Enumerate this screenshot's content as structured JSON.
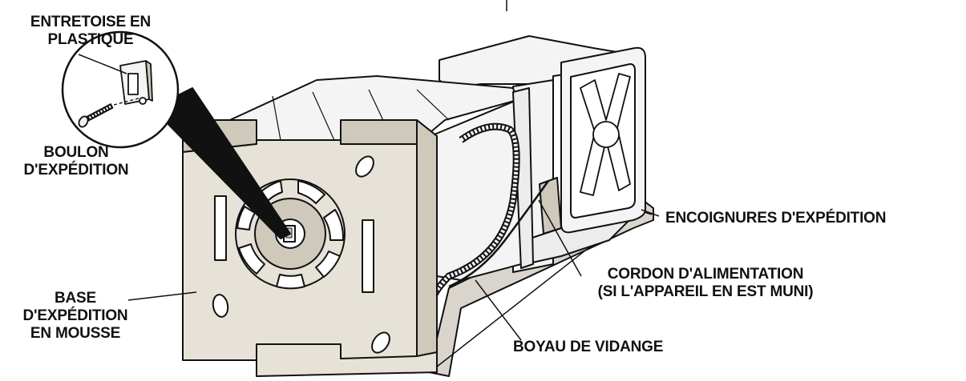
{
  "labels": {
    "spacer": {
      "line1": "ENTRETOISE EN",
      "line2": "PLASTIQUE"
    },
    "bolt": {
      "line1": "BOULON",
      "line2": "D'EXPÉDITION"
    },
    "base": {
      "line1": "BASE",
      "line2": "D'EXPÉDITION",
      "line3": "EN MOUSSE"
    },
    "corners": {
      "line1": "ENCOIGNURES D'EXPÉDITION"
    },
    "power_cord": {
      "line1": "CORDON D'ALIMENTATION",
      "line2": "(SI L'APPAREIL EN EST MUNI)"
    },
    "drain_hose": {
      "line1": "BOYAU DE VIDANGE"
    }
  },
  "colors": {
    "line": "#111111",
    "foam": "#e7e2d8",
    "foam_shadow": "#cfc9bc",
    "metal": "#f4f4f4",
    "card": "#d9d5cc",
    "hole": "#ffffff"
  }
}
